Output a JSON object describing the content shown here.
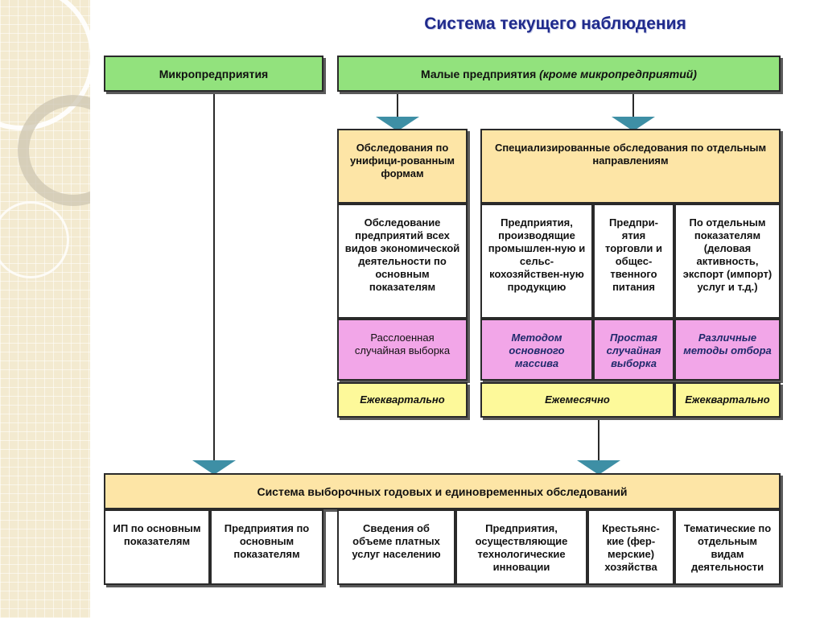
{
  "title": "Система текущего наблюдения",
  "top_row": {
    "micro": "Микропредприятия",
    "small_main": "Малые предприятия",
    "small_italic": "(кроме микропредприятий)"
  },
  "left_column": {
    "header": "Обследования по унифици-рованным формам",
    "body": "Обследование предприятий всех видов экономической деятельности по основным показателям",
    "method": "Расслоенная случайная выборка",
    "freq": "Ежеквартально"
  },
  "right_block": {
    "header": "Специализированные обследования по отдельным направлениям",
    "cols": [
      {
        "body": "Предприятия, производящие промышлен-ную и сельс-кохозяйствен-ную продукцию",
        "method": "Методом основного массива"
      },
      {
        "body": "Предпри-ятия торговли и общес-твенного питания",
        "method": "Простая случайная выборка"
      },
      {
        "body": "По отдельным показателям (деловая активность, экспорт (импорт) услуг и т.д.)",
        "method": "Различные методы отбора"
      }
    ],
    "freq_monthly": "Ежемесячно",
    "freq_quarterly": "Ежеквартально"
  },
  "bottom": {
    "header": "Система выборочных годовых и единовременных обследований",
    "cells": [
      "ИП по основным показателям",
      "Предприятия по основным показателям",
      "Сведения об объеме платных услуг населению",
      "Предприятия, осуществляющие технологические инновации",
      "Крестьянс-кие (фер-мерские) хозяйства",
      "Тематические по отдельным видам деятельности"
    ]
  },
  "colors": {
    "title": "#1f2a8c",
    "green": "#92e27d",
    "beige": "#fde5a6",
    "pink": "#f2a6e8",
    "yellow": "#fdf99a",
    "arrow": "#3e8fa5"
  }
}
